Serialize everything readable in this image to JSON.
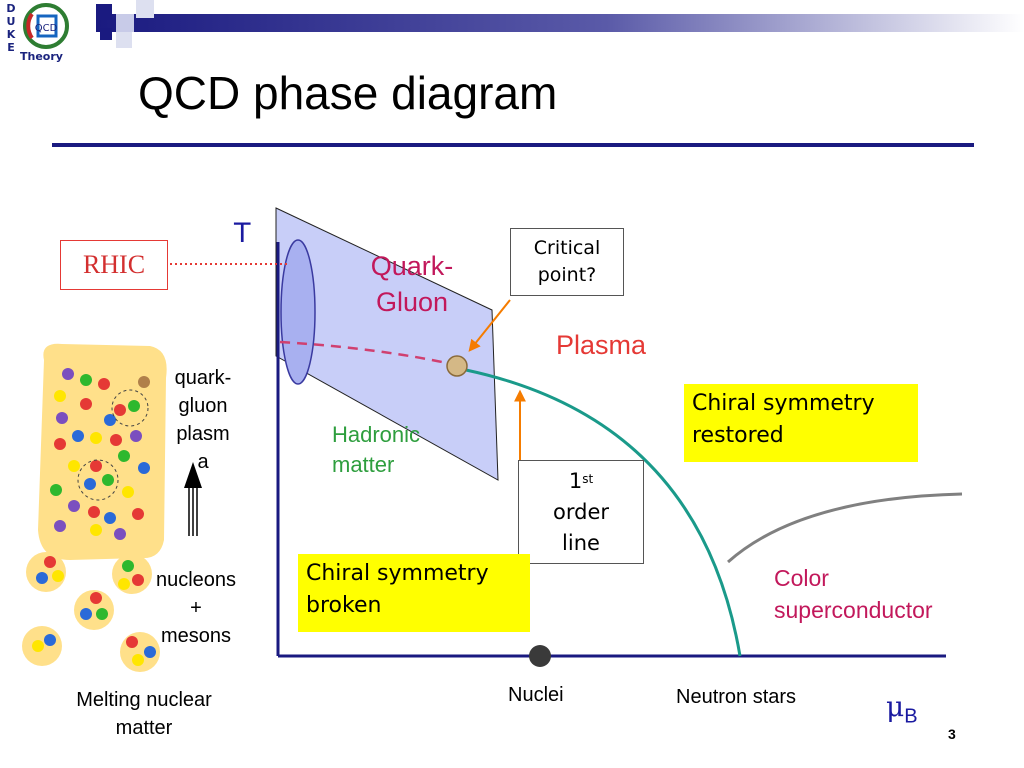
{
  "logo": {
    "letters": [
      "D",
      "U",
      "K",
      "E"
    ],
    "word": "Theory",
    "mark": "QCD"
  },
  "title": "QCD phase diagram",
  "axes": {
    "y_label": "T",
    "x_label_symbol": "μ",
    "x_label_sub": "B"
  },
  "labels": {
    "rhic": "RHIC",
    "critical_point": [
      "Critical",
      "point?"
    ],
    "quark_gluon": [
      "Quark-",
      "Gluon"
    ],
    "plasma": "Plasma",
    "hadronic": [
      "Hadronic",
      "matter"
    ],
    "first_order": {
      "num": "1",
      "sup": "st",
      "lines": [
        "order",
        "line"
      ]
    },
    "chiral_restored": [
      "Chiral symmetry",
      "restored"
    ],
    "chiral_broken": [
      "Chiral symmetry",
      "broken"
    ],
    "color_sc": [
      "Color",
      "superconductor"
    ],
    "nuclei": "Nuclei",
    "neutron_stars": "Neutron stars",
    "qgp_side": [
      "quark-",
      "gluon",
      "plasm",
      "a"
    ],
    "nucleons": [
      "nucleons",
      "+",
      "mesons"
    ],
    "melting": [
      "Melting nuclear",
      "matter"
    ]
  },
  "page_number": "3",
  "colors": {
    "title_rule": "#1a1a80",
    "rhic": "#e53935",
    "plasma_text": "#e53935",
    "quark_gluon_text": "#c2185b",
    "hadronic_text": "#2e9e3e",
    "transition_line": "#1a9a8a",
    "crossover_dash": "#d04070",
    "superconductor_line": "#808080",
    "rhic_band": "#c8cef8",
    "highlight": "#ffff00"
  }
}
